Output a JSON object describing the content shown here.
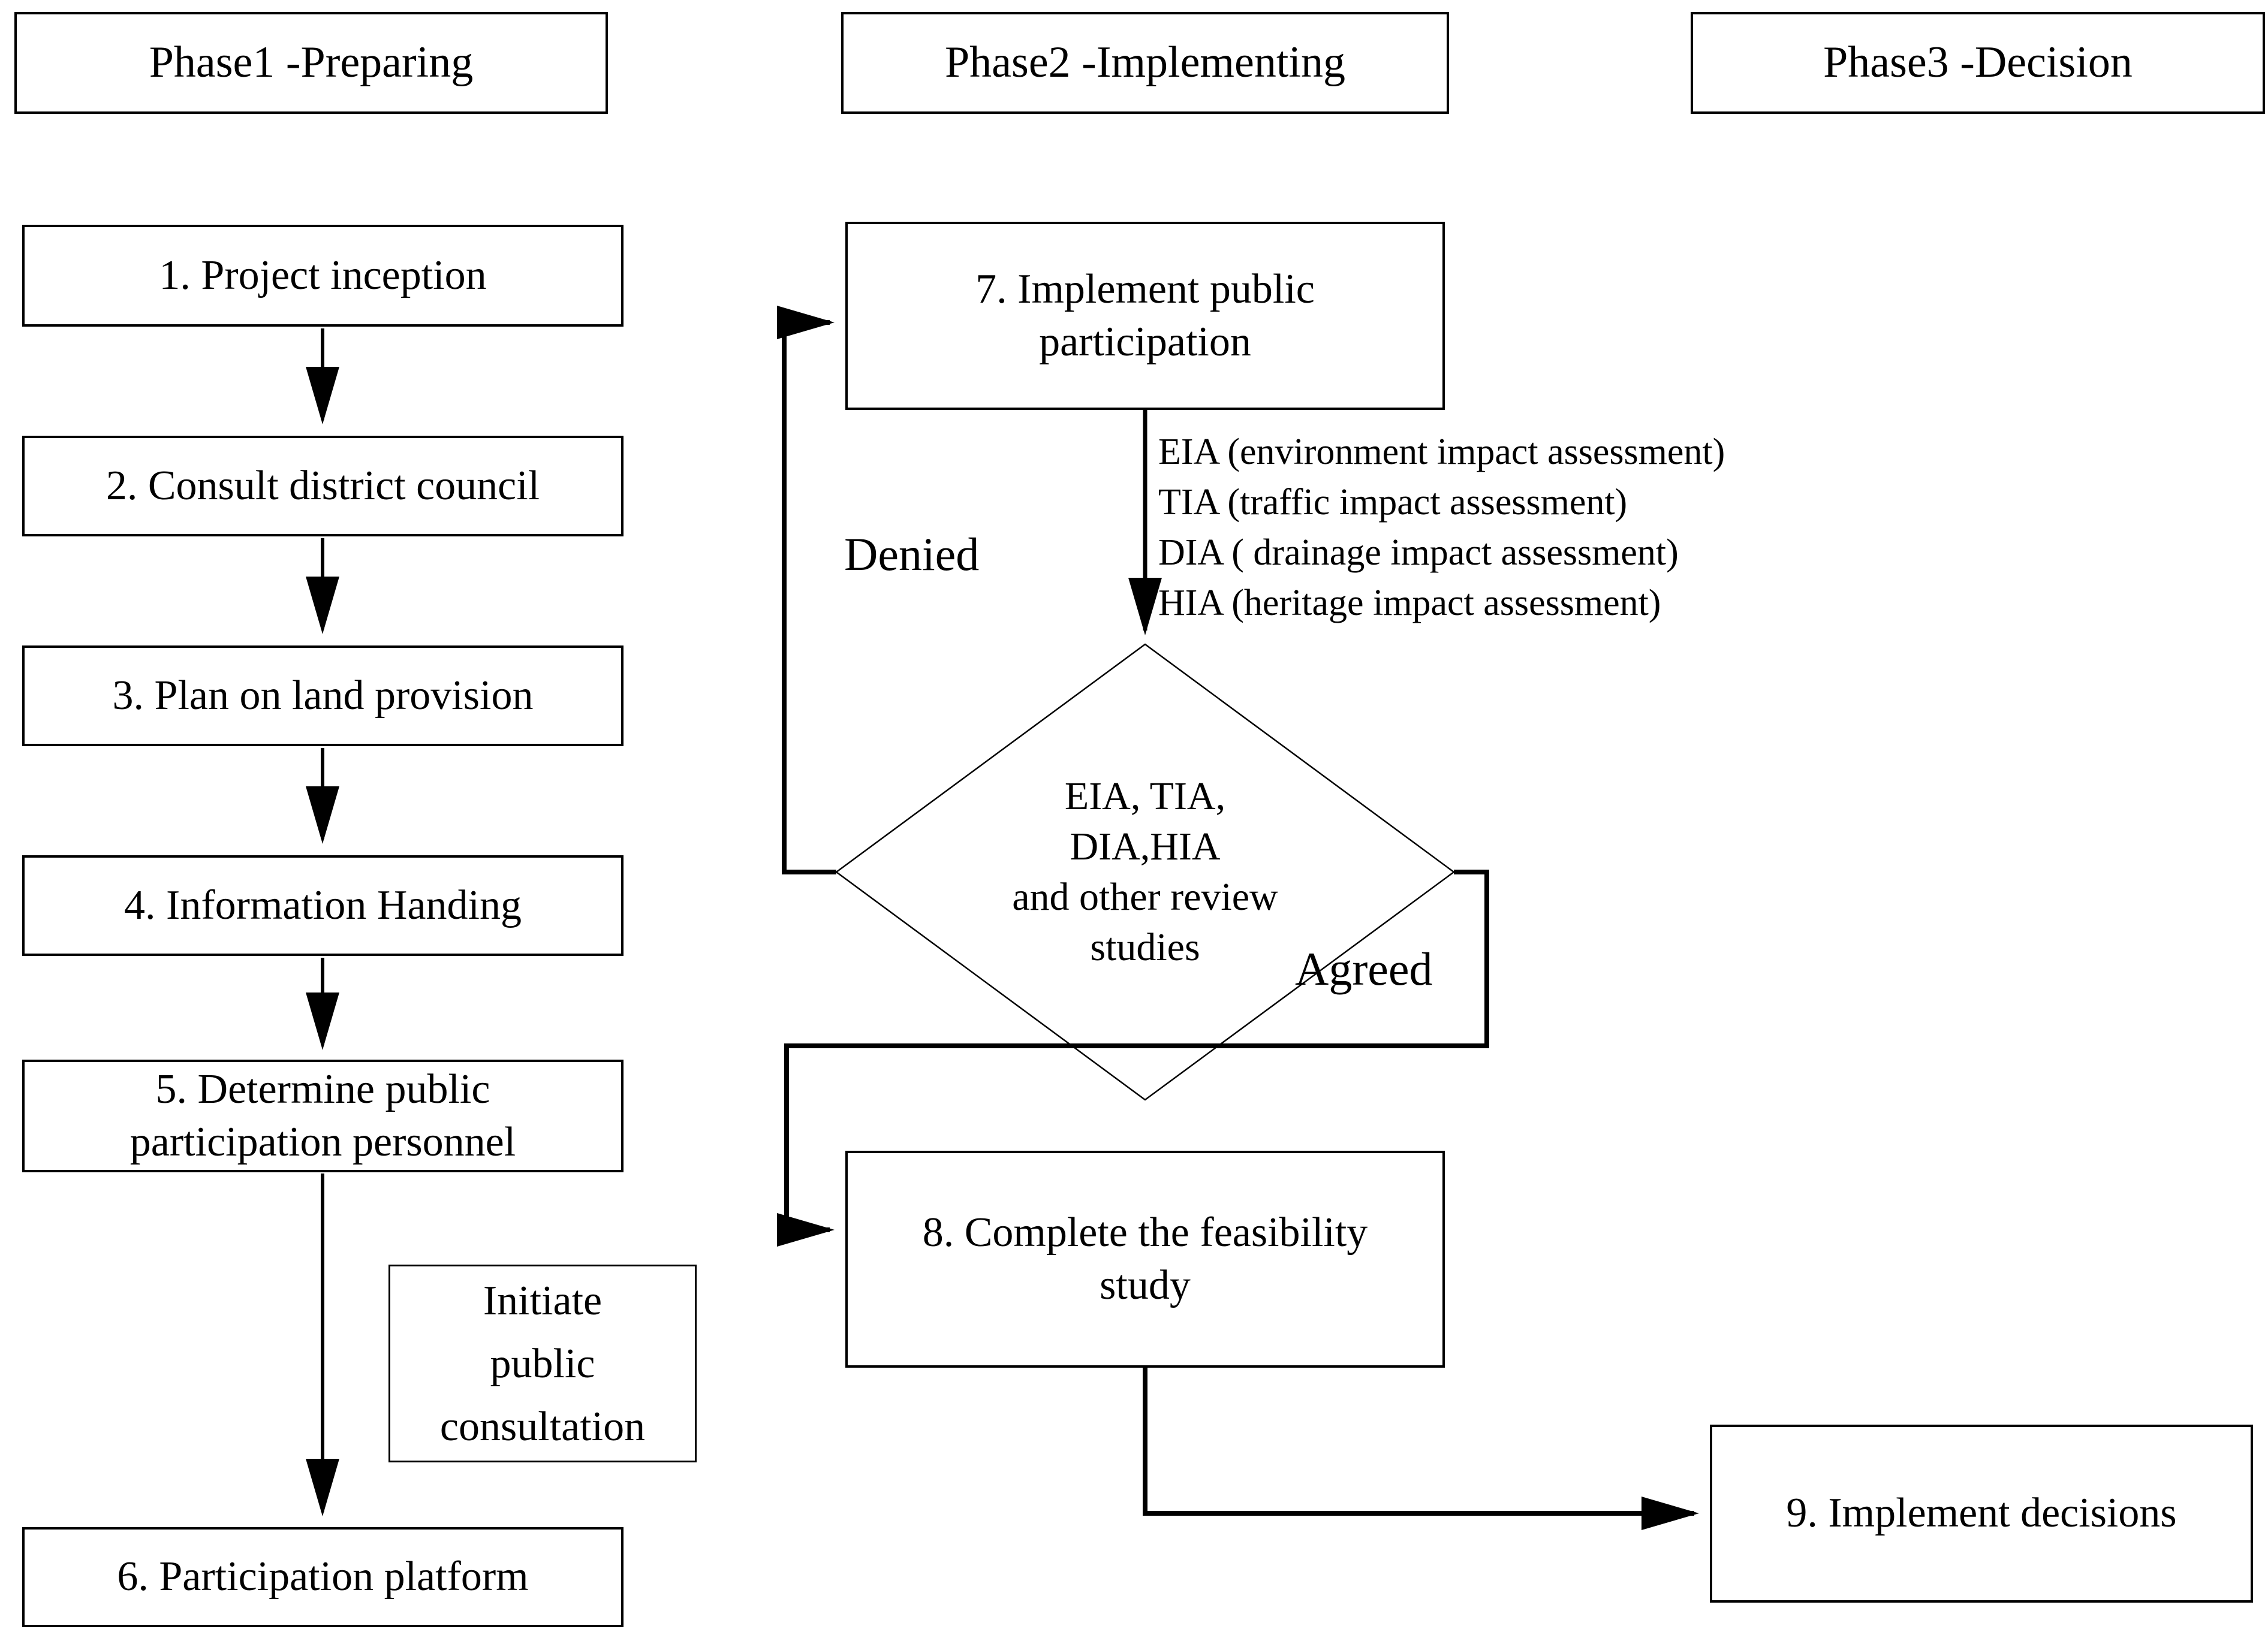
{
  "diagram": {
    "phases": [
      {
        "label": "Phase1 -Preparing"
      },
      {
        "label": "Phase2 -Implementing"
      },
      {
        "label": "Phase3 -Decision"
      }
    ],
    "steps": [
      {
        "label": "1. Project inception"
      },
      {
        "label": "2. Consult district council"
      },
      {
        "label": "3. Plan on land provision"
      },
      {
        "label": "4. Information Handing"
      },
      {
        "label": "5. Determine public\nparticipation personnel"
      },
      {
        "label": "6. Participation platform"
      },
      {
        "label": "7. Implement public\nparticipation"
      },
      {
        "label": "8. Complete the feasibility\nstudy"
      },
      {
        "label": "9. Implement decisions"
      }
    ],
    "side_note": "Initiate\npublic\nconsultation",
    "decision_diamond": "EIA, TIA,\nDIA,HIA\nand other review\nstudies",
    "assessment_notes": [
      "EIA (environment impact assessment)",
      "TIA (traffic impact assessment)",
      "DIA ( drainage impact assessment)",
      "HIA (heritage impact assessment)"
    ],
    "edge_labels": {
      "denied": "Denied",
      "agreed": "Agreed"
    },
    "colors": {
      "line": "#000000",
      "background": "#ffffff",
      "box_border": "#000000"
    }
  }
}
